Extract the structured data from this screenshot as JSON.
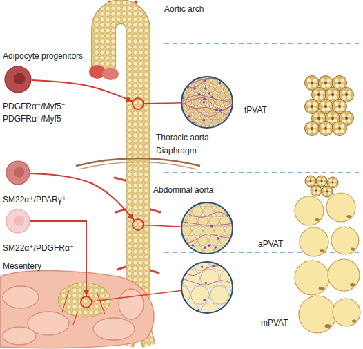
{
  "diagram": {
    "nodes": [
      {
        "text": [
          "PDGFRα⁺/Myf5⁺",
          "PDGFRα⁺/Myf5⁻"
        ]
      },
      {
        "text": [
          "SM22α⁺/PPARγ⁺"
        ]
      },
      {
        "text": [
          "SM22α⁺/PDGFRα⁺"
        ]
      },
      {
        "text": [
          "Thoracic aorta"
        ]
      },
      {
        "text": [
          "Abdominal aorta"
        ]
      },
      {
        "text": [
          "Mesentery"
        ]
      },
      {
        "text": [
          "tPVAT"
        ]
      },
      {
        "text": [
          "aPVAT"
        ]
      },
      {
        "text": [
          "mPVAT"
        ]
      }
    ],
    "edges": [
      {
        "from": 0,
        "to": 3,
        "arrow": "to"
      },
      {
        "from": 1,
        "to": 4,
        "arrow": "to"
      },
      {
        "from": 2,
        "to": 5,
        "arrow": "to"
      },
      {
        "from": 3,
        "to": 6,
        "arrow": "none"
      },
      {
        "from": 4,
        "to": 7,
        "arrow": "none"
      },
      {
        "from": 5,
        "to": 8,
        "arrow": "none"
      }
    ],
    "labels": [
      "Aortic arch",
      "Adipocyte progenitors",
      "Diaphragm"
    ]
  }
}
